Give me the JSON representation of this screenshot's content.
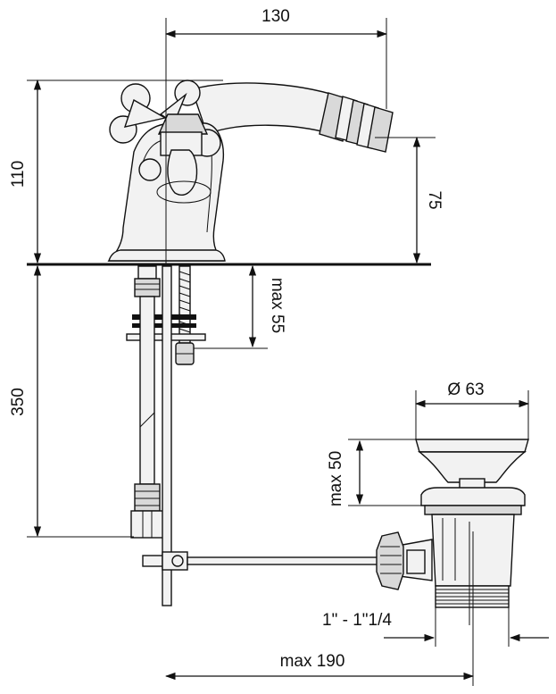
{
  "dimensions": {
    "top_width": "130",
    "total_height": "110",
    "spout_height": "75",
    "under_counter": "350",
    "max_thickness": "max 55",
    "waste_diameter": "Ø 63",
    "waste_height": "max 50",
    "thread": "1\" - 1\"1/4",
    "max_reach": "max 190"
  }
}
